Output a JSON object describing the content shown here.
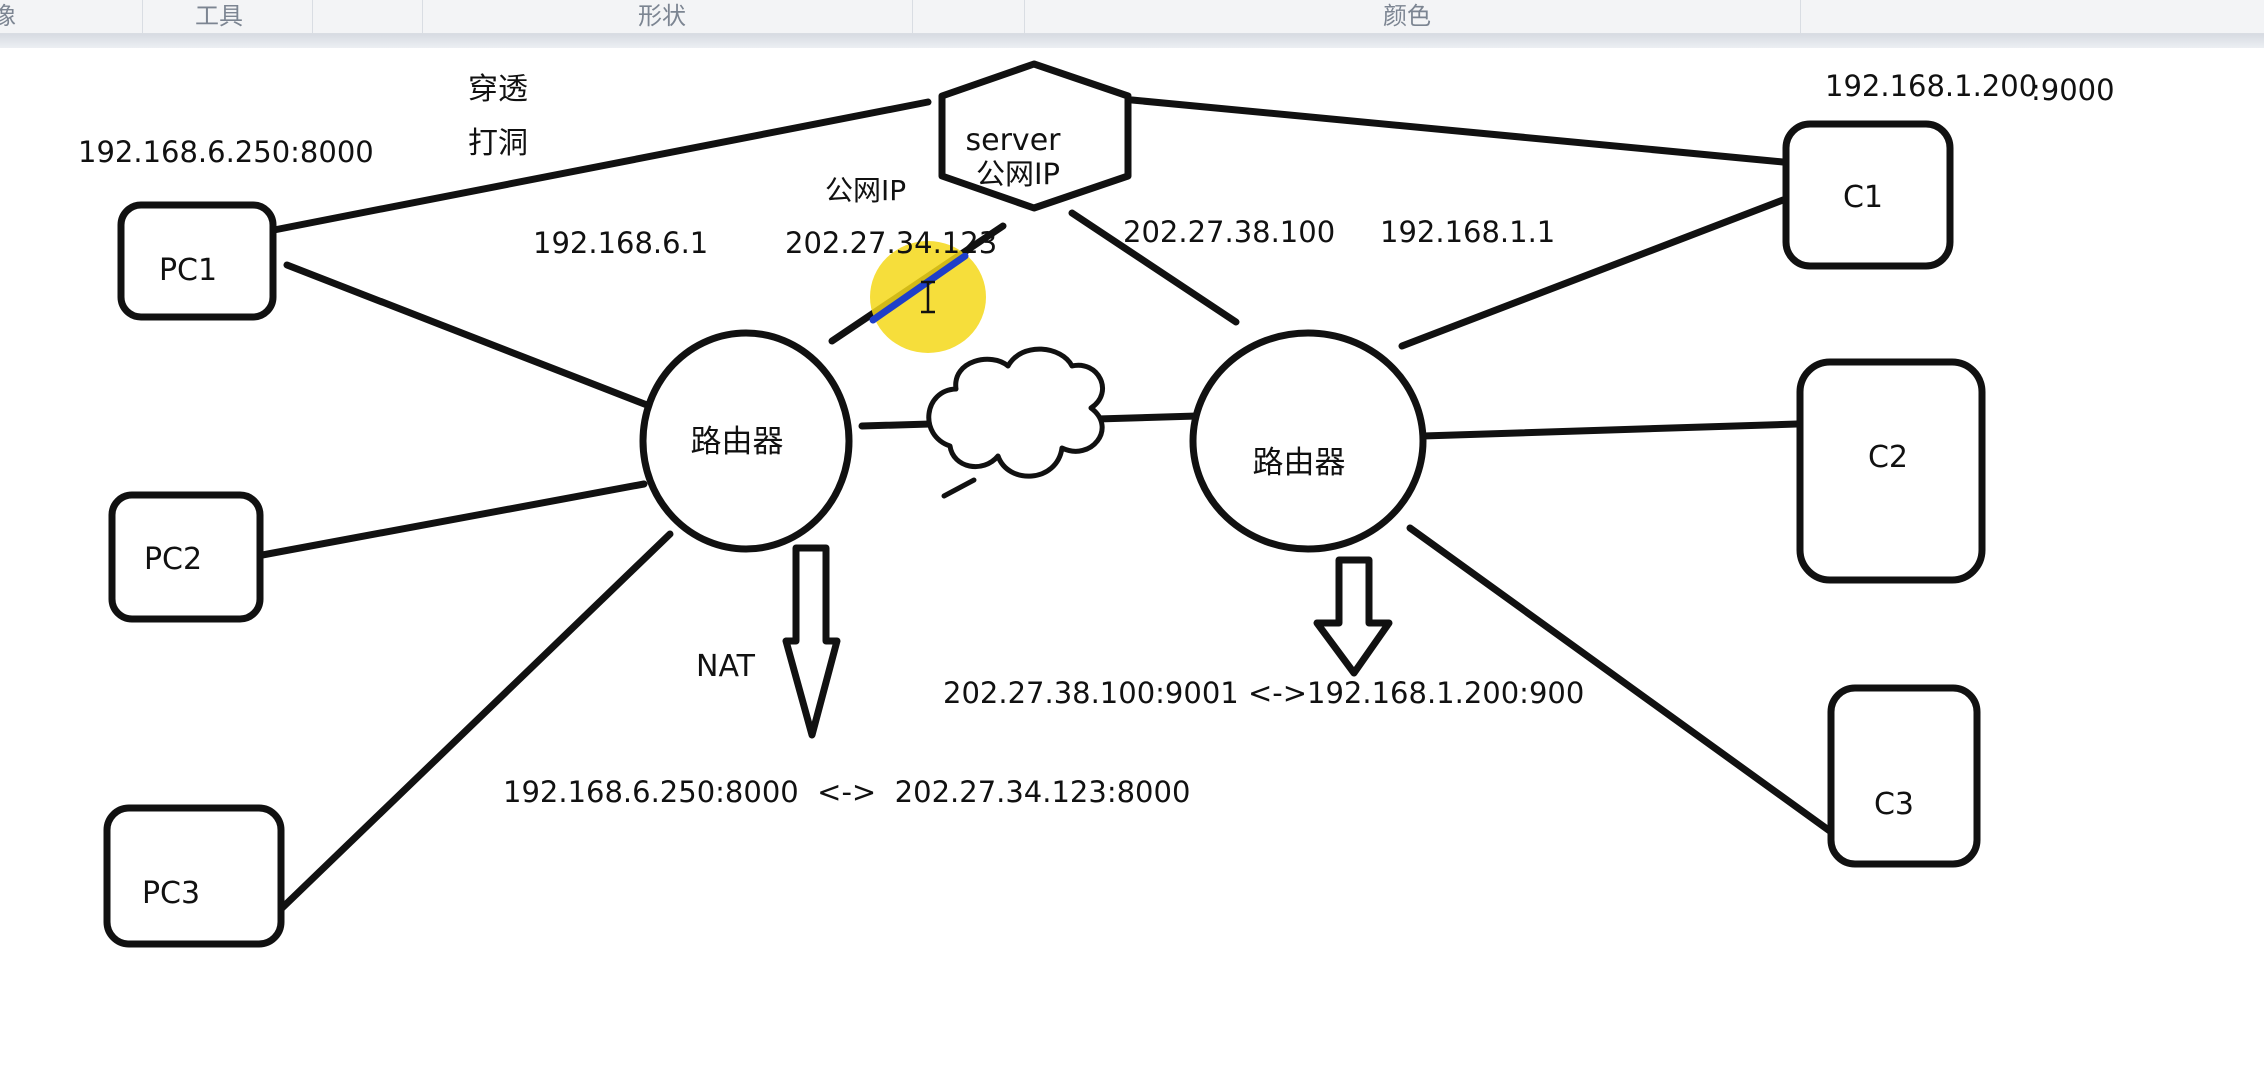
{
  "ribbon": {
    "left_partial": "像",
    "tools": "工具",
    "shapes": "形状",
    "colors": "颜色"
  },
  "labels": {
    "penetrate": "穿透",
    "hole_punch": "打洞",
    "pc1_socket": "192.168.6.250:8000",
    "c1_socket_ip": "192.168.1.200",
    "c1_socket_port": ":9000",
    "public_ip_left": "公网IP",
    "public_ip_server": "公网IP",
    "left_gateway": "192.168.6.1",
    "left_public": "202.27.34.123",
    "right_public": "202.27.38.100",
    "right_gateway": "192.168.1.1",
    "nat": "NAT",
    "nat_left": "192.168.6.250:8000  <->  202.27.34.123:8000",
    "nat_right": "202.27.38.100:9001 <->192.168.1.200:900"
  },
  "nodes": {
    "server": "server",
    "pc1": "PC1",
    "pc2": "PC2",
    "pc3": "PC3",
    "c1": "C1",
    "c2": "C2",
    "c3": "C3",
    "router_left": "路由器",
    "router_right": "路由器"
  },
  "colors": {
    "stroke": "#111111",
    "highlight": "#f4d819",
    "mark": "#1f3fc9"
  }
}
